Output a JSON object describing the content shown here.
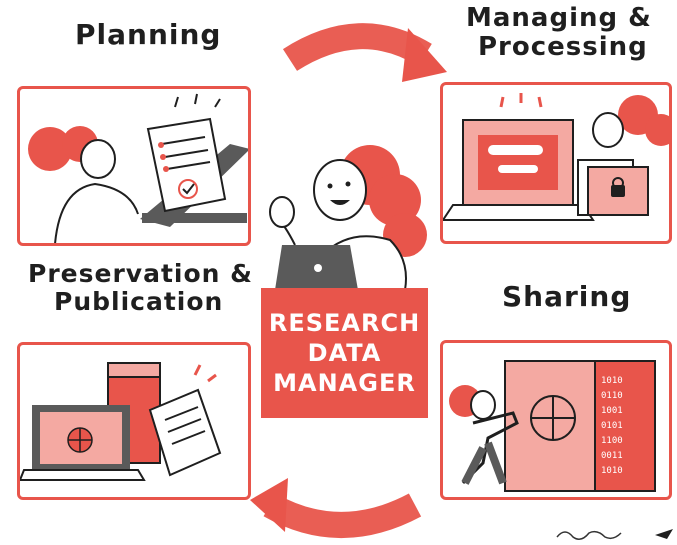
{
  "labels": {
    "planning": "Planning",
    "managing_line1": "Managing &",
    "managing_line2": "Processing",
    "preservation_line1": "Preservation &",
    "preservation_line2": "Publication",
    "sharing": "Sharing"
  },
  "center": {
    "line1": "RESEARCH",
    "line2": "DATA",
    "line3": "MANAGER"
  },
  "colors": {
    "accent": "#e8554b",
    "accent_light": "#f4a9a2",
    "ink": "#1f1f1f"
  }
}
